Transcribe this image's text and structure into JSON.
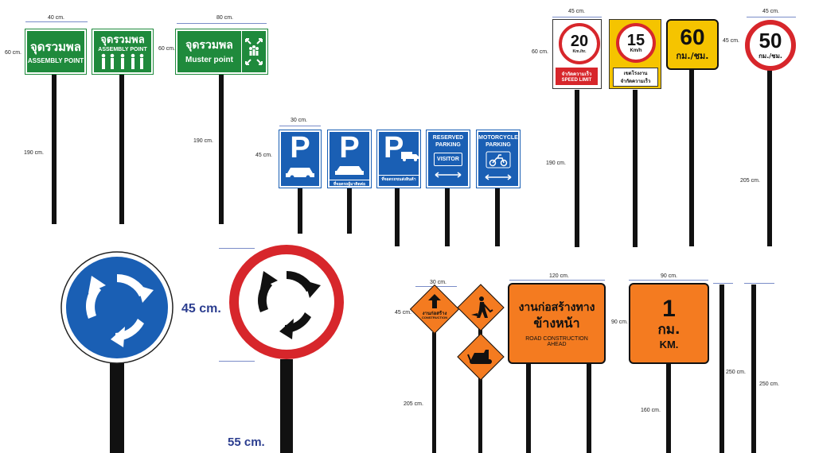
{
  "assembly": {
    "dim_width_40": "40 cm.",
    "dim_width_80": "80 cm.",
    "dim_height_left": "60 cm.",
    "dim_height_right": "60 cm.",
    "dim_pole_left": "190 cm.",
    "dim_pole_right": "190 cm.",
    "sign1_thai": "จุดรวมพล",
    "sign1_en": "ASSEMBLY POINT",
    "sign2_thai": "จุดรวมพล",
    "sign2_en": "ASSEMBLY POINT",
    "sign3_thai": "จุดรวมพล",
    "sign3_en": "Muster point",
    "color_green": "#1f8a3c"
  },
  "parking": {
    "dim_width": "30 cm.",
    "dim_height": "45 cm.",
    "p_letter": "P",
    "sign2_caption": "ที่จอดรถผู้มาติดต่อ",
    "sign3_caption": "ที่จอดรถขนส่งสินค้า",
    "reserved_title": "RESERVED PARKING",
    "visitor_label": "VISITOR",
    "motorcycle_title": "MOTORCYCLE PARKING",
    "color_blue": "#1a5fb4"
  },
  "speed": {
    "dim_width_left": "45 cm.",
    "dim_width_right": "45 cm.",
    "dim_height_left": "60 cm.",
    "dim_height_right": "45 cm.",
    "dim_pole_left": "190 cm.",
    "dim_pole_right": "205 cm.",
    "sign20_value": "20",
    "sign20_unit": "Km./hr.",
    "sign20_thai": "จำกัดความเร็ว",
    "sign20_en": "SPEED LIMIT",
    "sign15_value": "15",
    "sign15_unit": "Km/h",
    "sign15_thai1": "เขตโรงงาน",
    "sign15_thai2": "จำกัดความเร็ว",
    "sign60_value": "60",
    "sign60_unit": "กม./ชม.",
    "sign50_value": "50",
    "sign50_unit": "กม./ชม.",
    "color_red": "#d7262b",
    "color_yellow": "#f5c400"
  },
  "roundabout": {
    "dim_45": "45 cm.",
    "dim_55": "55 cm."
  },
  "construction": {
    "dim_30": "30 cm.",
    "dim_45": "45 cm.",
    "dim_120": "120 cm.",
    "dim_90w": "90 cm.",
    "dim_90h": "90 cm.",
    "dim_205": "205 cm.",
    "dim_160": "160 cm.",
    "dim_250a": "250 cm.",
    "dim_250b": "250 cm.",
    "diamond1_caption": "งานก่อสร้าง",
    "diamond1_sub": "CONSTRUCTION",
    "big_thai1": "งานก่อสร้างทาง",
    "big_thai2": "ข้างหน้า",
    "big_en1": "ROAD CONSTRUCTION",
    "big_en2": "AHEAD",
    "km_value": "1",
    "km_thai": "กม.",
    "km_en": "KM.",
    "color_orange": "#f47b20"
  }
}
